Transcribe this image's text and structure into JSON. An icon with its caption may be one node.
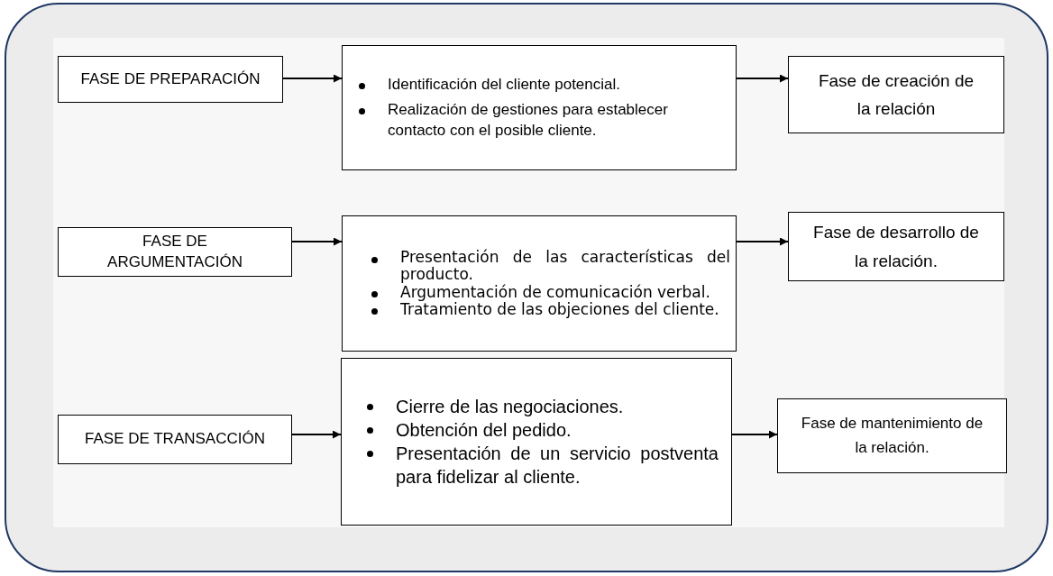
{
  "diagram": {
    "nodes": [
      {
        "text": [],
        "shape": "box"
      },
      {
        "text": [
          "FASE DE PREPARACIÓN"
        ],
        "in": 0
      },
      {
        "text": [
          "Identificación del cliente potencial.",
          "Realización de gestiones para establecer contacto con el posible cliente."
        ],
        "in": 0
      },
      {
        "text": [
          "Fase de creación de la relación"
        ],
        "in": 0
      },
      {
        "text": [
          "FASE DE ARGUMENTACIÓN"
        ],
        "in": 0
      },
      {
        "text": [
          "Presentación de las características del producto.",
          "Argumentación de comunicación verbal.",
          "Tratamiento de las objeciones del cliente."
        ],
        "in": 0
      },
      {
        "text": [
          "Fase de desarrollo de la relación."
        ],
        "in": 0
      },
      {
        "text": [
          "FASE DE TRANSACCIÓN"
        ],
        "in": 0
      },
      {
        "text": [
          "Cierre de las negociaciones.",
          "Obtención del pedido.",
          "Presentación de un servicio postventa para fidelizar al cliente."
        ],
        "in": 0
      },
      {
        "text": [
          "Fase de mantenimiento de la relación."
        ],
        "in": 0
      }
    ],
    "edges": [
      {
        "from": 1,
        "to": 2,
        "arrow": "to"
      },
      {
        "from": 2,
        "to": 3,
        "arrow": "to"
      },
      {
        "from": 4,
        "to": 5,
        "arrow": "to"
      },
      {
        "from": 5,
        "to": 6,
        "arrow": "to"
      },
      {
        "from": 7,
        "to": 8,
        "arrow": "to"
      },
      {
        "from": 8,
        "to": 9,
        "arrow": "to"
      }
    ]
  }
}
